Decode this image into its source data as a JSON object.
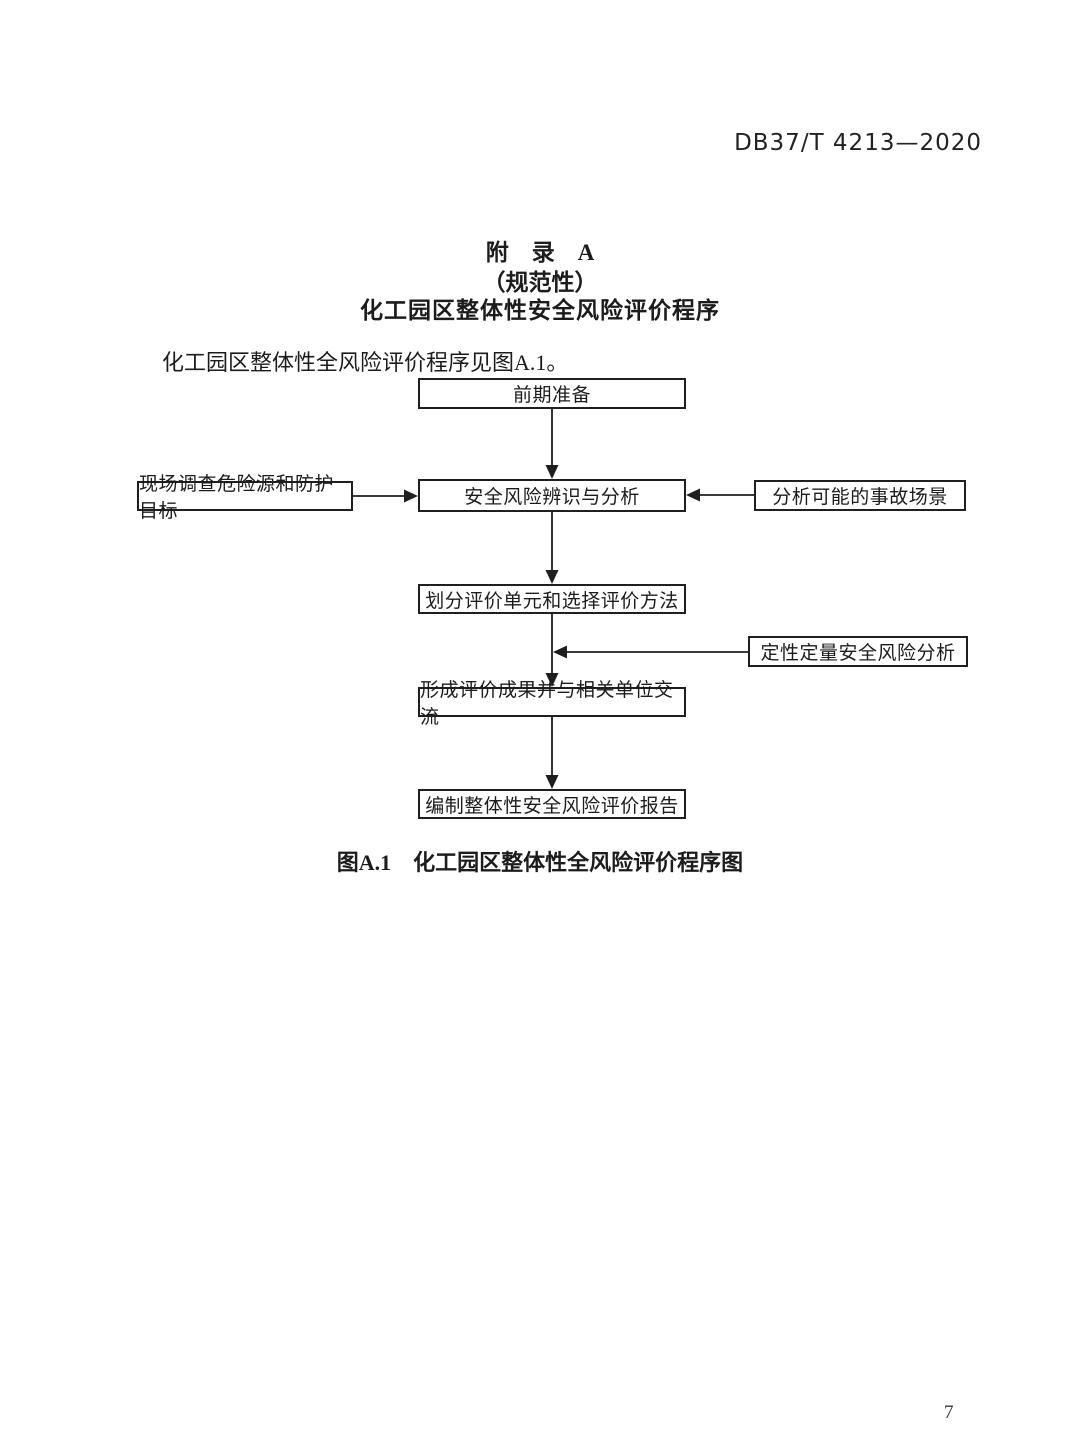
{
  "page": {
    "header_code": "DB37/T 4213—2020",
    "page_number": "7"
  },
  "appendix": {
    "title_line1": "附　录　A",
    "title_line2": "（规范性）",
    "title_line3": "化工园区整体性安全风险评价程序",
    "intro": "化工园区整体性全风险评价程序见图A.1。",
    "figure_caption": "图A.1　化工园区整体性全风险评价程序图"
  },
  "flowchart": {
    "nodes": [
      {
        "id": "preliminary-preparation",
        "label": "前期准备"
      },
      {
        "id": "site-survey-hazards-targets",
        "label": "现场调查危险源和防护目标"
      },
      {
        "id": "risk-identification-analysis",
        "label": "安全风险辨识与分析"
      },
      {
        "id": "possible-accident-scenarios",
        "label": "分析可能的事故场景"
      },
      {
        "id": "divide-units-select-methods",
        "label": "划分评价单元和选择评价方法"
      },
      {
        "id": "qualitative-quantitative-analysis",
        "label": "定性定量安全风险分析"
      },
      {
        "id": "form-results-exchange",
        "label": "形成评价成果并与相关单位交流"
      },
      {
        "id": "compile-overall-risk-report",
        "label": "编制整体性安全风险评价报告"
      }
    ]
  }
}
